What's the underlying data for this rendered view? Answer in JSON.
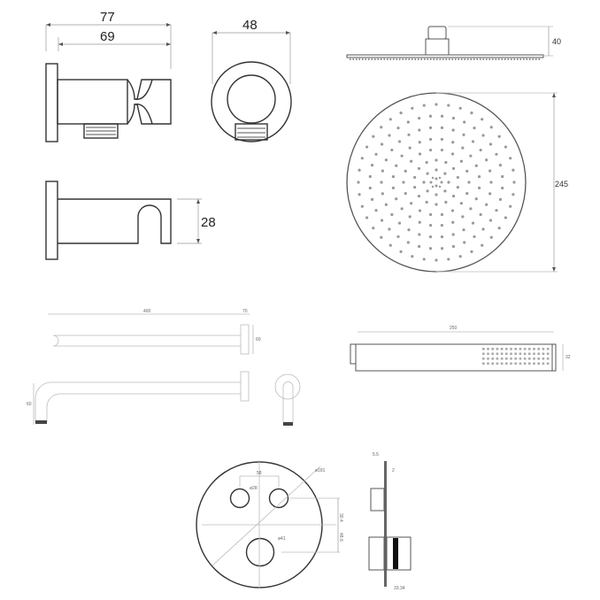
{
  "diagram": {
    "title": "Shower set technical drawing",
    "units": "mm",
    "wall_outlet_holder": {
      "overall_length": "77",
      "body_length": "69",
      "front_diameter": "48",
      "holder_height": "28"
    },
    "rain_shower_head": {
      "height": "40",
      "diameter": "245"
    },
    "shower_arm": {
      "length": "400",
      "flange_depth": "70",
      "flange_height": "60",
      "drop_height": "60"
    },
    "hand_shower": {
      "length": "250",
      "width": "32"
    },
    "thermostat": {
      "plate_diameter": "ø181",
      "knob_spacing": "58",
      "small_knob_diameter": "ø28",
      "large_knob_diameter": "ø41",
      "upper_offset": "30.4",
      "lower_offset": "48.6",
      "plate_thickness": "5.5",
      "side_label_2": "2",
      "depth": "33.34"
    }
  }
}
